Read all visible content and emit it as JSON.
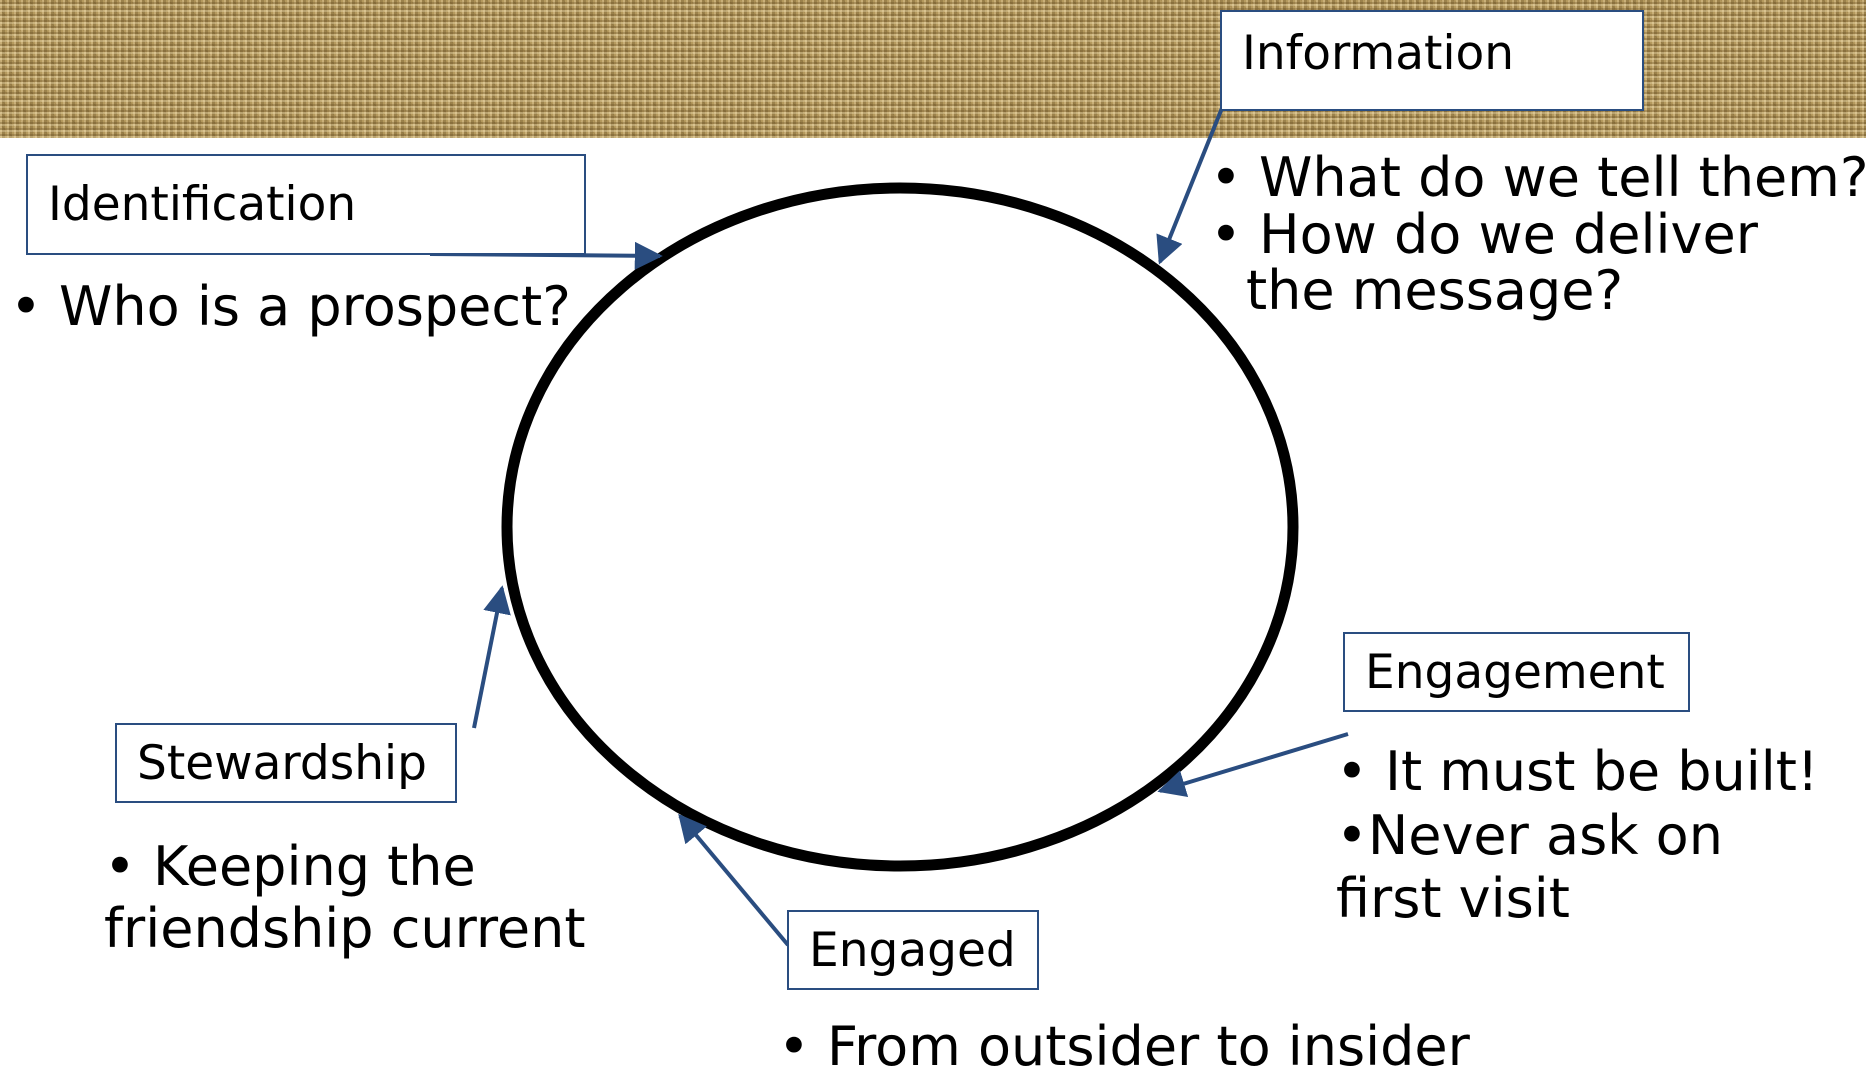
{
  "boxes": {
    "identification": "Identification",
    "information": "Information",
    "engagement": "Engagement",
    "engaged": "Engaged",
    "stewardship": "Stewardship"
  },
  "bullets": {
    "identification": [
      "• Who is a prospect?"
    ],
    "information": [
      "• What do we tell them?",
      "• How do we deliver",
      "the message?"
    ],
    "engagement": [
      "• It must be built!",
      "•Never ask on",
      "first visit"
    ],
    "engaged": [
      "• From outsider to insider"
    ],
    "stewardship": [
      "• Keeping the",
      "friendship current"
    ]
  },
  "colors": {
    "arrow": "#2a4d80",
    "box_border": "#2a4d80",
    "circle": "#000000",
    "texture": "#b59a5e"
  }
}
